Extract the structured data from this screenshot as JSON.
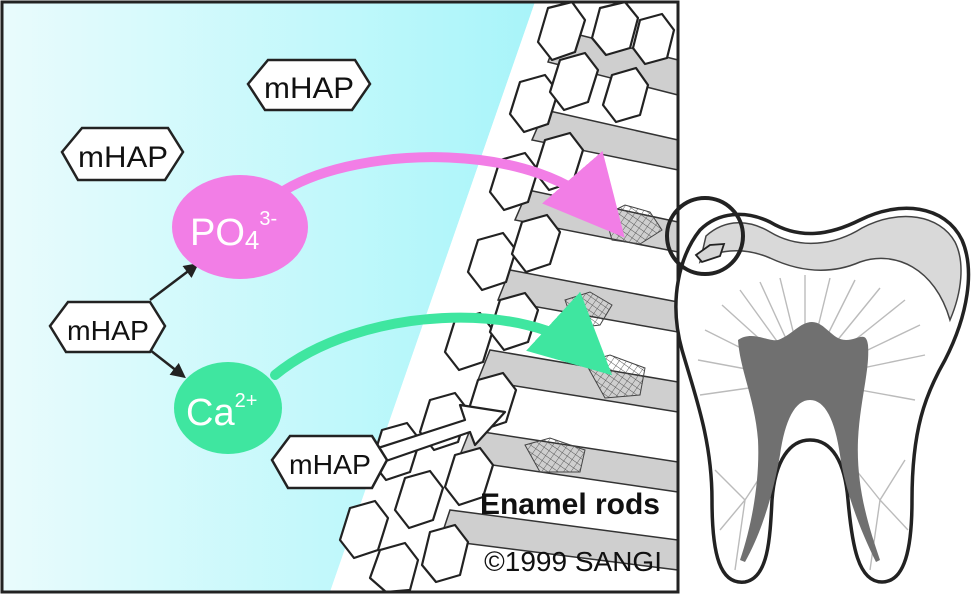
{
  "labels": {
    "hex_1": "mHAP",
    "hex_2": "mHAP",
    "hex_source": "mHAP",
    "hex_bottom": "mHAP",
    "phosphate": "PO",
    "phosphate_sub": "4",
    "phosphate_sup": "3-",
    "calcium": "Ca",
    "calcium_sup": "2+",
    "enamel": "Enamel rods",
    "copyright": "©1999  SANGI"
  },
  "colors": {
    "fluid_bg": "#bff8fb",
    "phosphate_fill": "#f27ee6",
    "calcium_fill": "#3fe6a0",
    "pink_arrow": "#f27ee6",
    "green_arrow": "#3fe6a0",
    "enamel_gray": "#cfcfcf",
    "pulp_gray": "#707070"
  }
}
